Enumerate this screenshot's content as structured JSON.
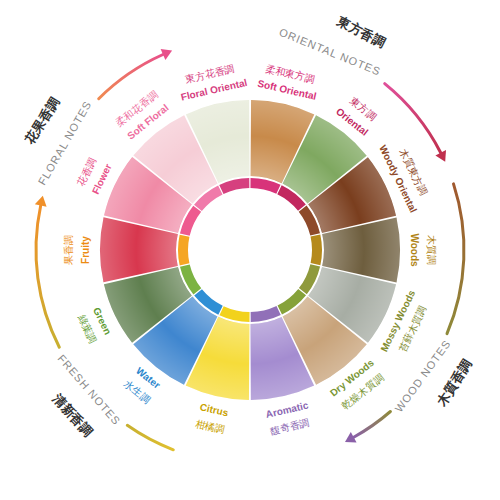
{
  "diagram": {
    "labels": [
      "東方花香調",
      "Floral Oriental",
      "柔和東方調",
      "Soft Oriental",
      "東方香調",
      "ORIENTAL NOTES",
      "東方調",
      "Oriental",
      "木質東方調",
      "Woody Oriental",
      "木質調",
      "Woods",
      "苔蘚木質調",
      "Mossy Woods",
      "WOOD NOTES",
      "木質香調",
      "乾燥木質調",
      "Dry Woods",
      "馥奇香調",
      "Aromatic",
      "柑橘調",
      "Citrus",
      "水生調",
      "Water",
      "FRESH NOTES",
      "清新香調",
      "綠葉調",
      "Green",
      "果香調",
      "Fruity",
      "花香調",
      "Flower",
      "柔和花香調",
      "Soft Floral",
      "FLORAL NOTES",
      "花果香調"
    ]
  }
}
